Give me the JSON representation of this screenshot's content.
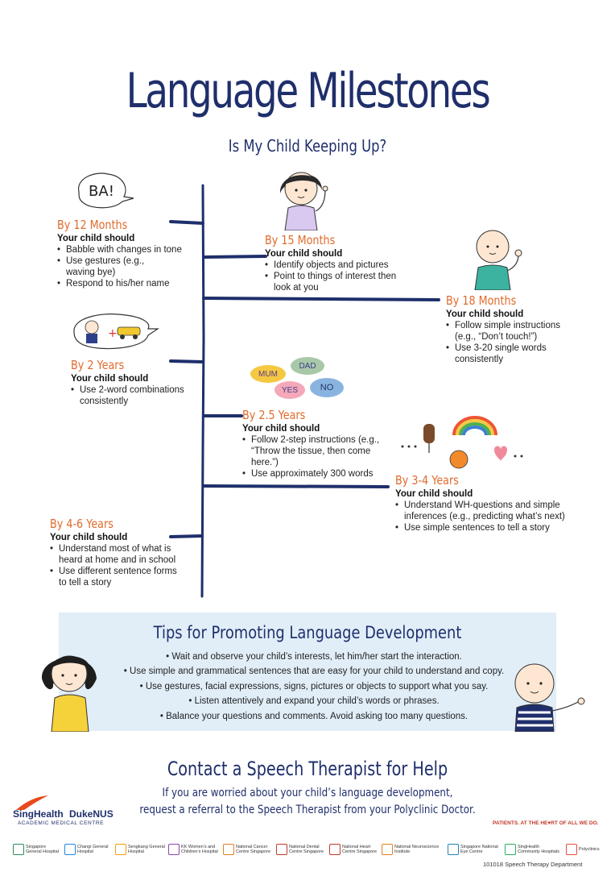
{
  "title": "Language Milestones",
  "subtitle": "Is My Child Keeping Up?",
  "milestones": [
    {
      "heading": "By 12 Months",
      "sub": "Your child should",
      "items": [
        "Babble with changes in tone",
        "Use gestures (e.g., waving bye)",
        "Respond to his/her name"
      ]
    },
    {
      "heading": "By 15 Months",
      "sub": "Your child should",
      "items": [
        "Identify objects and pictures",
        "Point to things of interest then look at you"
      ]
    },
    {
      "heading": "By 18 Months",
      "sub": "Your child should",
      "items": [
        "Follow simple instructions (e.g., “Don’t touch!”)",
        "Use 3-20 single words consistently"
      ]
    },
    {
      "heading": "By 2 Years",
      "sub": "Your child should",
      "items": [
        "Use 2-word combinations consistently"
      ]
    },
    {
      "heading": "By 2.5 Years",
      "sub": "Your child should",
      "items": [
        "Follow 2-step instructions (e.g., “Throw the tissue, then come here.”)",
        "Use approximately 300 words"
      ]
    },
    {
      "heading": "By 3-4 Years",
      "sub": "Your child should",
      "items": [
        "Understand WH-questions and simple inferences (e.g., predicting what’s next)",
        "Use simple sentences to tell a story"
      ]
    },
    {
      "heading": "By 4-6 Years",
      "sub": "Your child should",
      "items": [
        "Understand most of what is heard at home and in school",
        "Use different sentence forms to tell a story"
      ]
    }
  ],
  "illustrations": {
    "ba_bubble": "BA!",
    "speech_words": [
      "MUM",
      "DAD",
      "YES",
      "NO"
    ]
  },
  "tips": {
    "title": "Tips for Promoting Language Development",
    "items": [
      "Wait and observe your child’s interests, let him/her start the interaction.",
      "Use simple and grammatical sentences that are easy for your child to understand and copy.",
      "Use gestures, facial expressions, signs, pictures or objects to support what you say.",
      "Listen attentively and expand your child’s words or phrases.",
      "Balance your questions and comments. Avoid asking too many questions."
    ]
  },
  "contact": {
    "title": "Contact a Speech Therapist for Help",
    "line1": "If you are worried about your child’s language development,",
    "line2": "request a referral to the Speech Therapist from your Polyclinic Doctor."
  },
  "branding": {
    "singhealth": "SingHealth",
    "dukenus": "DukeNUS",
    "amc": "ACADEMIC MEDICAL CENTRE",
    "tagline": "PATIENTS. AT THE HE♥RT OF ALL WE DO.",
    "footer_code": "101018 Speech Therapy Department",
    "institutions": [
      "Singapore General Hospital",
      "Changi General Hospital",
      "Sengkang General Hospital",
      "KK Women’s and Children’s Hospital",
      "National Cancer Centre Singapore",
      "National Dental Centre Singapore",
      "National Heart Centre Singapore",
      "National Neuroscience Institute",
      "Singapore National Eye Centre",
      "SingHealth Community Hospitals",
      "Polyclinics"
    ]
  },
  "colors": {
    "navy": "#1f2f6b",
    "orange": "#e06b2c",
    "tips_bg": "#e1eef8",
    "timeline": "#1f2f6b"
  }
}
